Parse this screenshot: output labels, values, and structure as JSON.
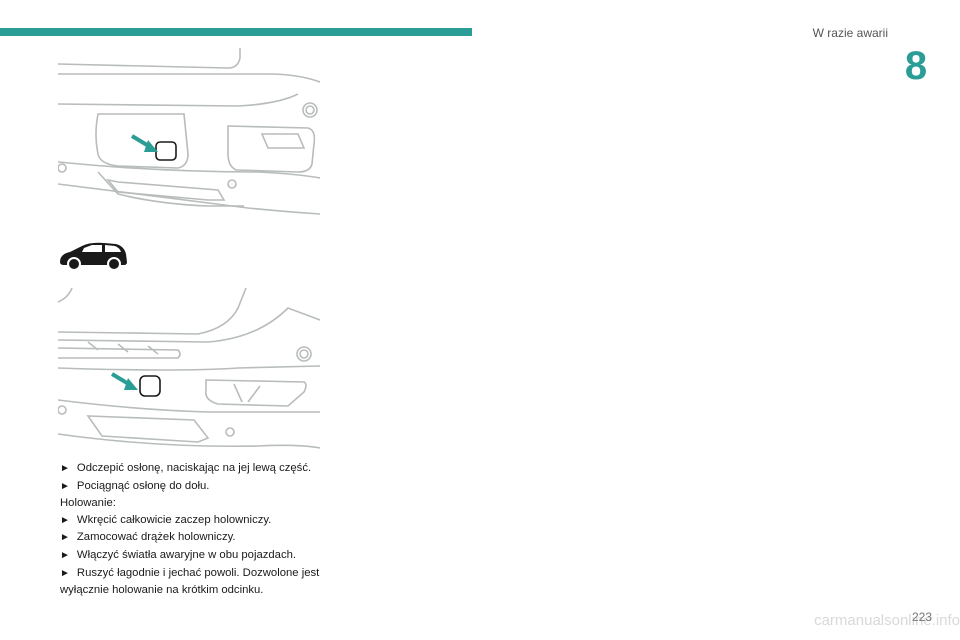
{
  "header": {
    "section_title": "W razie awarii",
    "chapter_number": "8",
    "accent_color": "#2a9d96"
  },
  "figures": {
    "fig1_icon": "rear-bumper-towing-cover-illustration",
    "car_icon": "suv-silhouette-icon",
    "fig2_icon": "rear-bumper-towing-cover-illustration-alt"
  },
  "instructions": {
    "bullet_symbol": "►",
    "lines": [
      {
        "bullet": true,
        "text": "Odczepić osłonę, naciskając na jej lewą część."
      },
      {
        "bullet": true,
        "text": "Pociągnąć osłonę do dołu."
      },
      {
        "bullet": false,
        "text": "Holowanie:"
      },
      {
        "bullet": true,
        "text": "Wkręcić całkowicie zaczep holowniczy."
      },
      {
        "bullet": true,
        "text": "Zamocować drążek holowniczy."
      },
      {
        "bullet": true,
        "text": "Włączyć światła awaryjne w obu pojazdach."
      },
      {
        "bullet": true,
        "text": "Ruszyć łagodnie i jechać powoli. Dozwolone jest wyłącznie holowanie na krótkim odcinku."
      }
    ]
  },
  "footer": {
    "page_number": "223",
    "watermark": "carmanualsonline.info"
  }
}
